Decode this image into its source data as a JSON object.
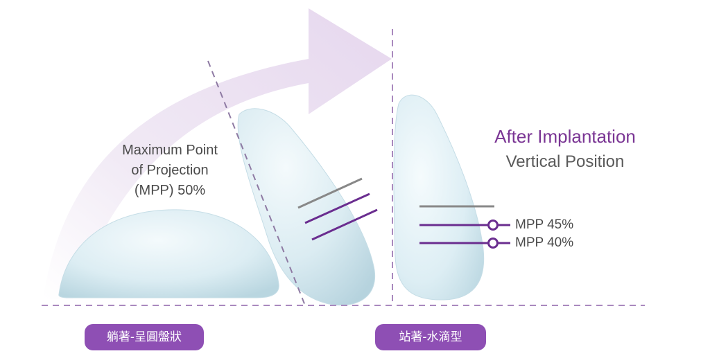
{
  "left_label": {
    "lines": [
      "Maximum Point",
      "of Projection",
      "(MPP) 50%"
    ]
  },
  "right_heading": {
    "title": "After Implantation",
    "subtitle": "Vertical Position"
  },
  "mpp_markers": [
    {
      "label": "MPP 45%"
    },
    {
      "label": "MPP 40%"
    }
  ],
  "badges": {
    "lying": "躺著-呈圓盤狀",
    "standing": "站著-水滴型"
  },
  "colors": {
    "purple_text": "#7a3594",
    "purple_line": "#6a2d8f",
    "gray_line": "#888888",
    "badge": "#8e4fb4",
    "arrow": "#ede3f1",
    "implant": "#dcedf3"
  }
}
